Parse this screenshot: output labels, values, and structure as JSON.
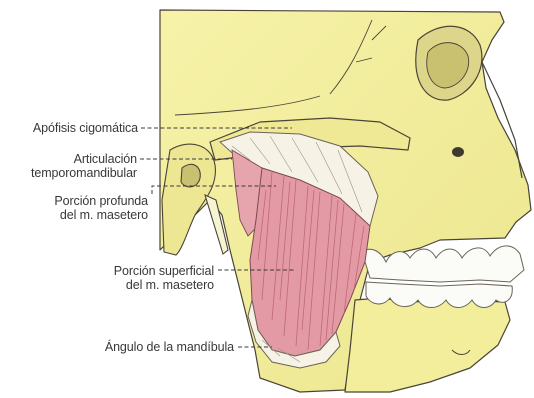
{
  "diagram": {
    "labels": {
      "zygomatic": "Apófisis cigomática",
      "tmj_line1": "Articulación",
      "tmj_line2": "temporomandibular",
      "deep_line1": "Porción profunda",
      "deep_line2": "del m. masetero",
      "superficial_line1": "Porción superficial",
      "superficial_line2": "del m. masetero",
      "angle": "Ángulo de la mandíbula"
    },
    "colors": {
      "bone": "#f4f0a2",
      "bone_shadow": "#e3dc7c",
      "muscle": "#e49aa4",
      "muscle_dark": "#b8606e",
      "tendon": "#f6f3e6",
      "teeth": "#fbfbf8",
      "outline": "#4a4438",
      "leader": "#3c3838"
    }
  }
}
